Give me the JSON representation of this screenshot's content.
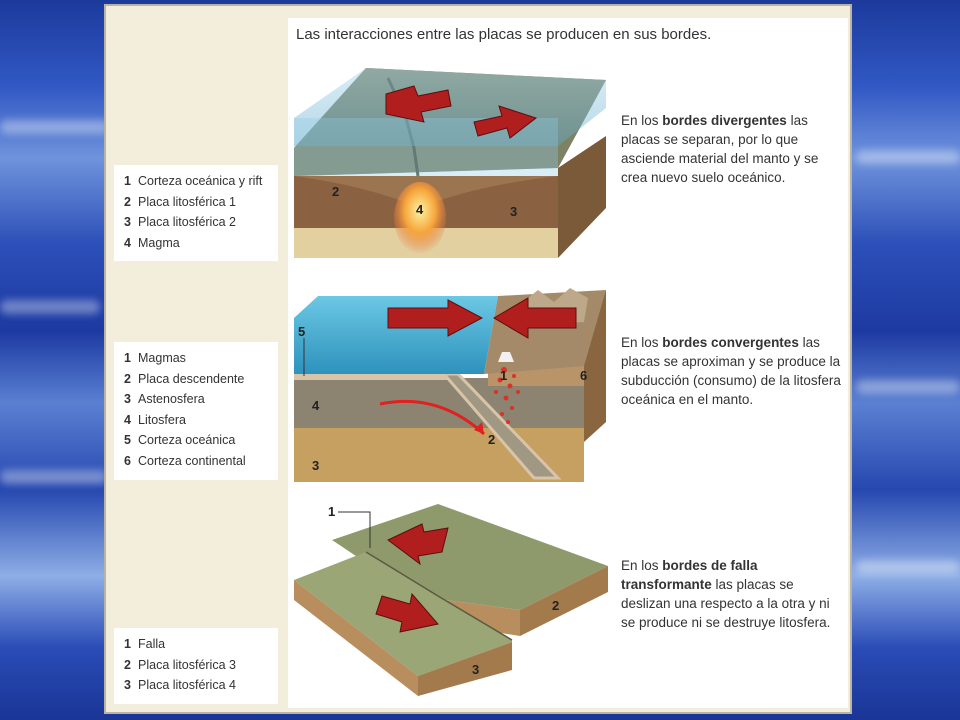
{
  "title": "Las interacciones entre las placas se producen en sus bordes.",
  "sections": [
    {
      "legend": [
        {
          "num": "1",
          "text": "Corteza oceánica y rift"
        },
        {
          "num": "2",
          "text": "Placa litosférica 1"
        },
        {
          "num": "3",
          "text": "Placa litosférica 2"
        },
        {
          "num": "4",
          "text": "Magma"
        }
      ],
      "description": {
        "prefix": "En los ",
        "bold": "bordes divergentes",
        "rest": " las placas se separan, por lo que asciende material del manto y se crea nuevo suelo oceánico."
      },
      "figure_labels": [
        "2",
        "4",
        "3"
      ]
    },
    {
      "legend": [
        {
          "num": "1",
          "text": "Magmas"
        },
        {
          "num": "2",
          "text": "Placa descendente"
        },
        {
          "num": "3",
          "text": "Astenosfera"
        },
        {
          "num": "4",
          "text": "Litosfera"
        },
        {
          "num": "5",
          "text": "Corteza oceánica"
        },
        {
          "num": "6",
          "text": "Corteza continental"
        }
      ],
      "description": {
        "prefix": "En los ",
        "bold": "bordes convergentes",
        "rest": " las placas se aproximan y se produce la subducción (consumo) de la litosfera oceánica en el manto."
      },
      "figure_labels": [
        "5",
        "1",
        "6",
        "4",
        "2",
        "3"
      ]
    },
    {
      "legend": [
        {
          "num": "1",
          "text": "Falla"
        },
        {
          "num": "2",
          "text": "Placa litosférica 3"
        },
        {
          "num": "3",
          "text": "Placa litosférica 4"
        }
      ],
      "description": {
        "prefix": "En los ",
        "bold": "bordes de falla transformante",
        "rest": " las placas se deslizan una respecto a la otra y ni se produce ni se destruye litosfera."
      },
      "figure_labels": [
        "1",
        "2",
        "3"
      ]
    }
  ],
  "colors": {
    "arrow": "#b01e1e",
    "ocean": "#4fb8d8",
    "crust": "#8b6a4a",
    "mantle": "#c8b080",
    "magma": "#f2a030"
  }
}
